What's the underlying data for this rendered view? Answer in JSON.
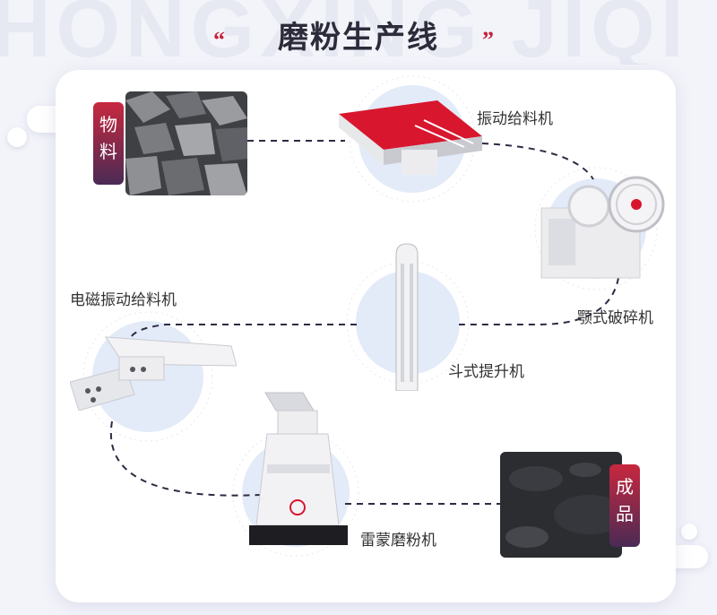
{
  "header": {
    "title": "磨粉生产线",
    "quote_open": "“",
    "quote_close": "”",
    "watermark": "HONGXING JIQI"
  },
  "steps": [
    {
      "id": "material",
      "label": "物料"
    },
    {
      "id": "vibrating-feeder",
      "label": "振动给料机"
    },
    {
      "id": "jaw-crusher",
      "label": "颚式破碎机"
    },
    {
      "id": "bucket-elevator",
      "label": "斗式提升机"
    },
    {
      "id": "electromagnetic-feeder",
      "label": "电磁振动给料机"
    },
    {
      "id": "raymond-mill",
      "label": "雷蒙磨粉机"
    },
    {
      "id": "product",
      "label": "成品"
    }
  ],
  "colors": {
    "accent_red": "#c8283f",
    "accent_purple": "#4a2a55",
    "circle_fill": "#e3ebf8",
    "line": "#2f2a45"
  }
}
